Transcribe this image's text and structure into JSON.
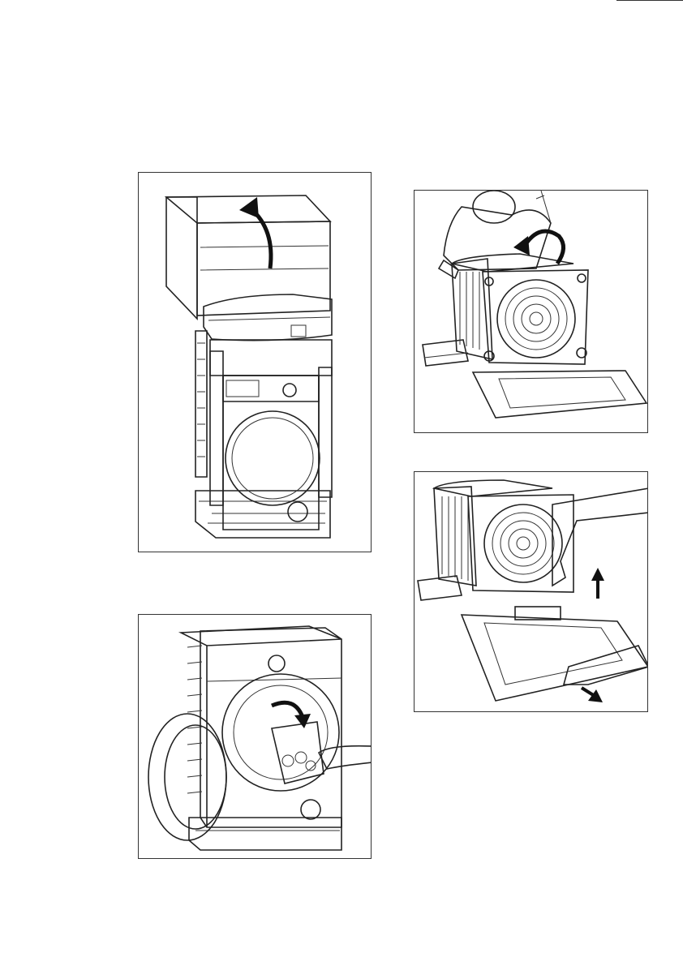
{
  "page": {
    "colors": {
      "stroke": "#222222",
      "panel_border": "#333333",
      "package_fill": "#9a9a9a",
      "package_dark": "#6e6e6e",
      "body_fill": "#ffffff",
      "accent_arrow": "#111111"
    },
    "steps": [
      {
        "id": "step-remove-packaging-cover",
        "icon": "curved-up-arrow-icon"
      },
      {
        "id": "step-remove-drum-packaging",
        "icon": "curved-down-arrow-icon"
      },
      {
        "id": "step-tilt-appliance-back",
        "icon": "curved-back-arrow-icon"
      },
      {
        "id": "step-remove-base-tray",
        "icon": "straight-up-arrow-icon"
      }
    ]
  }
}
